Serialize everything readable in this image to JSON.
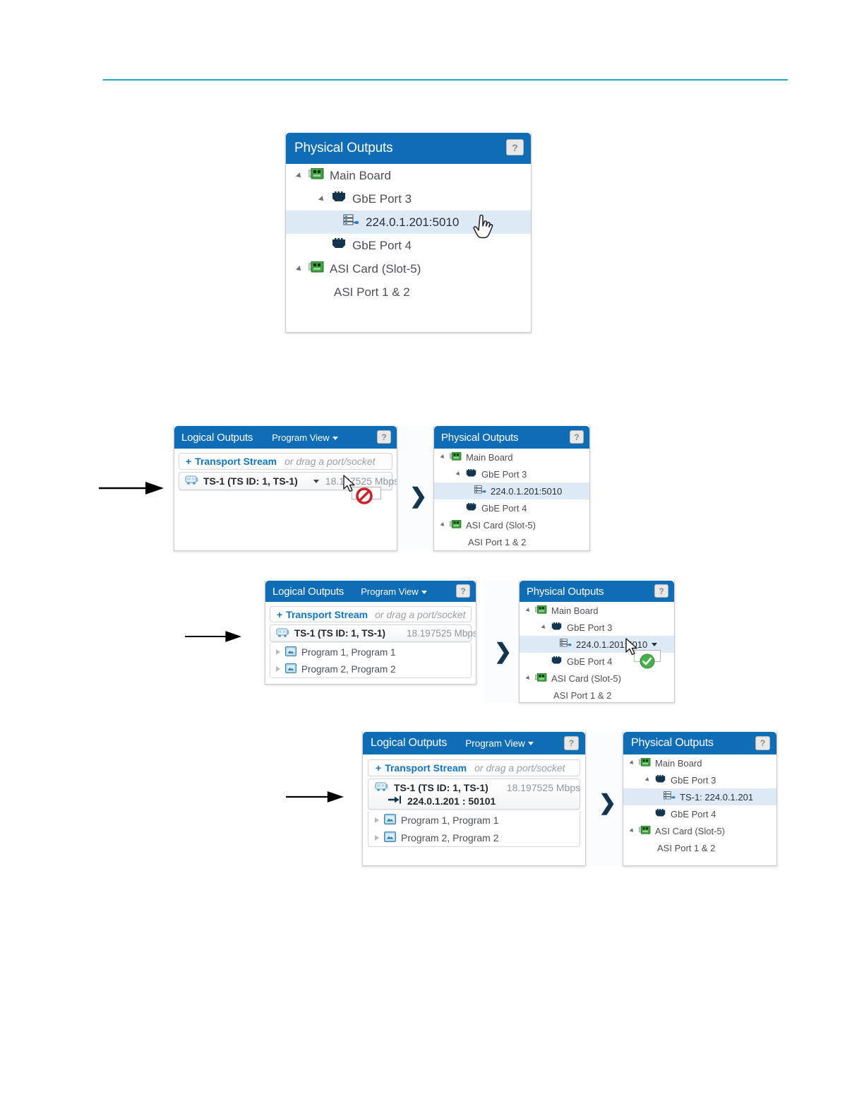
{
  "document": {
    "rule_color": "#19aac4"
  },
  "panels": {
    "physical": {
      "title": "Physical Outputs",
      "help": "?",
      "tree": {
        "main_board": "Main Board",
        "gbe3": "GbE Port 3",
        "socket": "224.0.1.201:5010",
        "socket_bound": "TS-1: 224.0.1.201",
        "gbe4": "GbE Port 4",
        "asi_card": "ASI Card (Slot-5)",
        "asi_port": "ASI Port 1 & 2"
      }
    },
    "logical": {
      "title": "Logical Outputs",
      "view": "Program View",
      "help": "?",
      "add_stream": {
        "plus": "+",
        "label": "Transport Stream",
        "hint": "or drag a port/socket"
      },
      "ts": {
        "name": "TS-1 (TS ID: 1, TS-1)",
        "rate": "18.197525 Mbps",
        "destination": "224.0.1.201 : 50101"
      },
      "programs": [
        {
          "label": "Program 1, Program 1"
        },
        {
          "label": "Program 2, Program 2"
        }
      ]
    }
  },
  "figures": [
    {
      "id": "fig-1",
      "panels": [
        "physical"
      ],
      "cursor": "hand-pointer",
      "selected_row": "224.0.1.201:5010"
    },
    {
      "id": "fig-2",
      "panels": [
        "logical",
        "physical"
      ],
      "cursor": "arrow-no-drop",
      "drag_badge": "no-drop",
      "has_programs": false,
      "has_destination": false
    },
    {
      "id": "fig-3",
      "panels": [
        "logical",
        "physical"
      ],
      "cursor": "arrow-drop-ok",
      "drag_badge": "check-ok",
      "has_programs": true,
      "has_destination": false
    },
    {
      "id": "fig-4",
      "panels": [
        "logical",
        "physical"
      ],
      "cursor": "none",
      "has_programs": true,
      "has_destination": true
    }
  ],
  "colors": {
    "panel_header": "#0e6db5",
    "selection": "#ddeaf6",
    "link_blue": "#1275c4",
    "rule_teal": "#19aac4",
    "ok_green": "#46b14b",
    "deny_red": "#cc2229"
  },
  "icons": {
    "board": "network-card-icon",
    "port": "ethernet-jack-icon",
    "socket": "socket-stack-icon",
    "transport_stream": "bus-icon",
    "program": "program-screen-icon",
    "destination": "arrow-into-bar-icon",
    "flow": "chevron-right-icon",
    "callout": "right-arrow-icon"
  }
}
